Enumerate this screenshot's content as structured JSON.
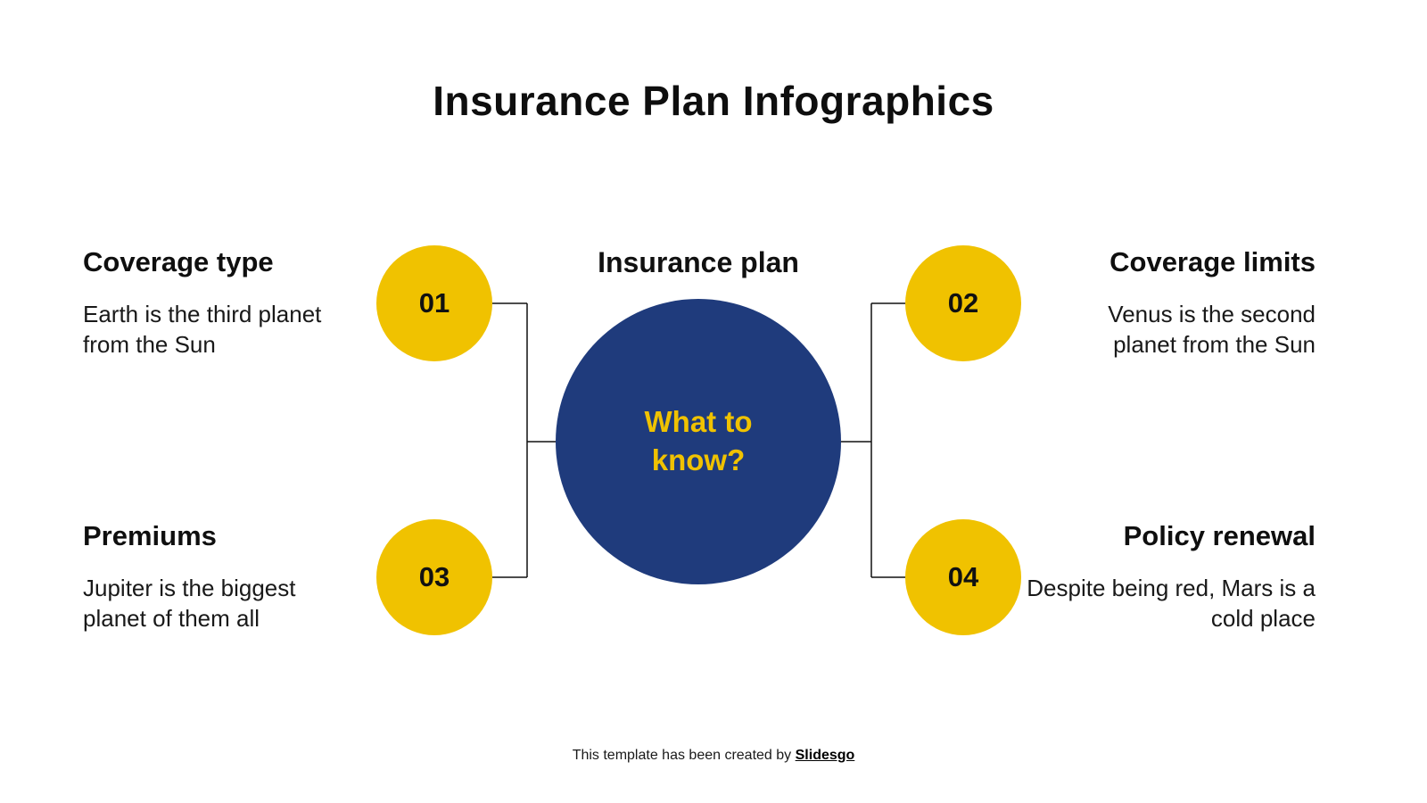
{
  "slide": {
    "title": "Insurance Plan Infographics",
    "center": {
      "label": "Insurance plan",
      "circle_text": "What to know?"
    },
    "items": [
      {
        "number": "01",
        "heading": "Coverage type",
        "body": "Earth is the third planet from the Sun"
      },
      {
        "number": "02",
        "heading": "Coverage limits",
        "body": "Venus is the second planet from the Sun"
      },
      {
        "number": "03",
        "heading": "Premiums",
        "body": "Jupiter is the biggest planet of them all"
      },
      {
        "number": "04",
        "heading": "Policy renewal",
        "body": "Despite being red, Mars is a cold place"
      }
    ],
    "footer": {
      "text": "This template has been created by",
      "brand": "Slidesgo"
    },
    "colors": {
      "accent_yellow": "#F0C200",
      "navy": "#1F3B7C",
      "line": "#111111",
      "text_dark": "#0e0e0e"
    }
  }
}
